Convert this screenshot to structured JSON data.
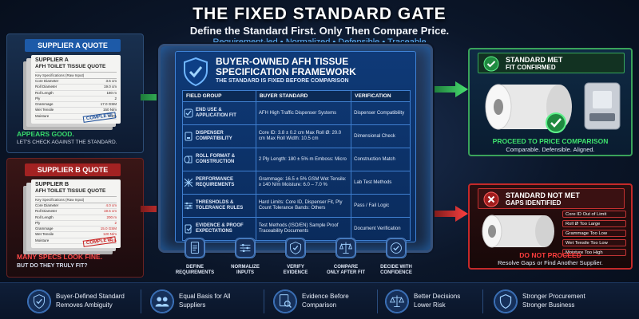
{
  "header": {
    "title": "THE FIXED STANDARD GATE",
    "subtitle": "Define the Standard First. Only Then Compare Price.",
    "tagline": "Requirement-led • Normalized • Defensible • Traceable"
  },
  "supplier_a": {
    "tag": "SUPPLIER A QUOTE",
    "sheet_title": "SUPPLIER A",
    "sheet_subtitle": "AFH TOILET TISSUE QUOTE",
    "spec_header": "Key Specifications (Raw Input)",
    "rows": [
      {
        "label": "Core Diameter",
        "value": "3.6 cm"
      },
      {
        "label": "Roll Diameter",
        "value": "19.0 cm"
      },
      {
        "label": "Roll Length",
        "value": "180 m"
      },
      {
        "label": "Ply",
        "value": "2"
      },
      {
        "label": "Grammage",
        "value": "17.0 GSM"
      },
      {
        "label": "Wet Tensile",
        "value": "150 N/m"
      },
      {
        "label": "Moisture",
        "value": "6.5%"
      }
    ],
    "stamp": "COMPLETE",
    "note1": "APPEARS GOOD.",
    "note2": "LET'S CHECK AGAINST THE STANDARD."
  },
  "supplier_b": {
    "tag": "SUPPLIER B QUOTE",
    "sheet_title": "SUPPLIER B",
    "sheet_subtitle": "AFH TOILET TISSUE QUOTE",
    "spec_header": "Key Specifications (Raw Input)",
    "rows": [
      {
        "label": "Core Diameter",
        "value": "4.0 cm"
      },
      {
        "label": "Roll Diameter",
        "value": "19.5 cm"
      },
      {
        "label": "Roll Length",
        "value": "200 m"
      },
      {
        "label": "Ply",
        "value": "2"
      },
      {
        "label": "Grammage",
        "value": "15.0 GSM"
      },
      {
        "label": "Wet Tensile",
        "value": "120 N/m"
      },
      {
        "label": "Moisture",
        "value": "8.1%"
      }
    ],
    "stamp": "COMPLETE",
    "note1": "MANY SPECS LOOK FINE.",
    "note2": "BUT DO THEY TRULY FIT?"
  },
  "framework": {
    "title": "BUYER-OWNED AFH TISSUE SPECIFICATION FRAMEWORK",
    "subtitle": "THE STANDARD IS FIXED BEFORE COMPARISON",
    "columns": [
      "FIELD GROUP",
      "BUYER STANDARD",
      "VERIFICATION"
    ],
    "rows": [
      {
        "group": "END USE & APPLICATION FIT",
        "standard": "AFH High Traffic Dispenser Systems",
        "verification": "Dispenser Compatibility",
        "icon": "check-icon"
      },
      {
        "group": "DISPENSER COMPATIBILITY",
        "standard": "Core ID: 3.8 ± 0.2 cm Max Roll Ø: 20.0 cm Max Roll Width: 10.5 cm",
        "verification": "Dimensional Check",
        "icon": "dispenser-icon"
      },
      {
        "group": "ROLL FORMAT & CONSTRUCTION",
        "standard": "2 Ply Length: 180 ± 5% m Emboss: Micro",
        "verification": "Construction Match",
        "icon": "roll-icon"
      },
      {
        "group": "PERFORMANCE REQUIREMENTS",
        "standard": "Grammage: 16.5 ± 5% GSM Wet Tensile: ≥ 140 N/m Moisture: 6.0 – 7.0 %",
        "verification": "Lab Test Methods",
        "icon": "performance-icon"
      },
      {
        "group": "THRESHOLDS & TOLERANCE RULES",
        "standard": "Hard Limits: Core ID, Dispenser Fit, Ply Count Tolerance Bands: Others",
        "verification": "Pass / Fail Logic",
        "icon": "threshold-icon"
      },
      {
        "group": "EVIDENCE & PROOF EXPECTATIONS",
        "standard": "Test Methods (ISO/EN) Sample Proof Traceability Documents",
        "verification": "Document Verification",
        "icon": "evidence-icon"
      }
    ]
  },
  "outcome_pass": {
    "title1": "STANDARD MET",
    "title2": "FIT CONFIRMED",
    "cta": "PROCEED TO PRICE COMPARISON",
    "cta2": "Comparable. Defensible. Aligned."
  },
  "outcome_fail": {
    "title1": "STANDARD NOT MET",
    "title2": "GAPS IDENTIFIED",
    "gaps": [
      "Core ID Out of Limit",
      "Roll Ø Too Large",
      "Grammage Too Low",
      "Wet Tensile Too Low",
      "Moisture Too High"
    ],
    "cta": "DO NOT PROCEED",
    "cta2": "Resolve Gaps or Find Another Supplier."
  },
  "steps": [
    {
      "label1": "DEFINE",
      "label2": "REQUIREMENTS",
      "icon": "document-icon"
    },
    {
      "label1": "NORMALIZE",
      "label2": "INPUTS",
      "icon": "normalize-icon"
    },
    {
      "label1": "VERIFY",
      "label2": "EVIDENCE",
      "icon": "verify-shield-icon"
    },
    {
      "label1": "COMPARE",
      "label2": "ONLY AFTER FIT",
      "icon": "compare-icon"
    },
    {
      "label1": "DECIDE WITH",
      "label2": "CONFIDENCE",
      "icon": "decide-icon"
    }
  ],
  "benefits": [
    {
      "line1": "Buyer-Defined Standard",
      "line2": "Removes Ambiguity",
      "icon": "shield-check-icon"
    },
    {
      "line1": "Equal Basis for All",
      "line2": "Suppliers",
      "icon": "people-icon"
    },
    {
      "line1": "Evidence Before",
      "line2": "Comparison",
      "icon": "magnify-document-icon"
    },
    {
      "line1": "Better Decisions",
      "line2": "Lower Risk",
      "icon": "scales-icon"
    },
    {
      "line1": "Stronger Procurement",
      "line2": "Stronger Business",
      "icon": "shield-icon"
    }
  ],
  "colors": {
    "pass_green": "#3fe36e",
    "fail_red": "#ff3d3d",
    "accent_blue": "#5fb4ff",
    "panel_blue": "#0f3a78"
  }
}
